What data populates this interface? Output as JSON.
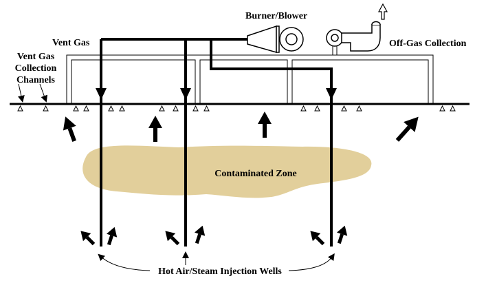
{
  "labels": {
    "burner_blower": "Burner/Blower",
    "vent_gas": "Vent Gas",
    "off_gas_collection": "Off-Gas Collection",
    "vent_gas_channels_line1": "Vent Gas",
    "vent_gas_channels_line2": "Collection",
    "vent_gas_channels_line3": "Channels",
    "contaminated_zone": "Contaminated Zone",
    "injection_wells": "Hot Air/Steam Injection Wells"
  },
  "colors": {
    "contaminated_zone_fill": "#e2cf9b",
    "line": "#000000",
    "background": "#ffffff"
  },
  "icons": {
    "surface_marker": "triangle-outline",
    "flow_arrow": "bold-arrow",
    "off_gas_outlet": "hollow-up-arrow"
  }
}
